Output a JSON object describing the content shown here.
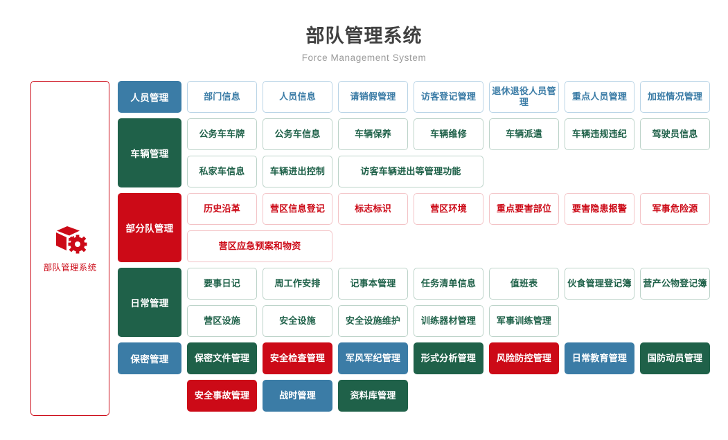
{
  "header": {
    "title": "部队管理系统",
    "subtitle": "Force Management System"
  },
  "sidebar": {
    "icon": "box-gear-icon",
    "label": "部队管理系统",
    "accent": "#cc0a17"
  },
  "colors": {
    "blue": "#3b7ca6",
    "green": "#1f6149",
    "red": "#cc0a17"
  },
  "categories": [
    {
      "name": "人员管理",
      "theme": "blue",
      "height": "h46",
      "lines": [
        [
          {
            "label": "部门信息",
            "style": "blue",
            "span": 1
          },
          {
            "label": "人员信息",
            "style": "blue",
            "span": 1
          },
          {
            "label": "请销假管理",
            "style": "blue",
            "span": 1
          },
          {
            "label": "访客登记管理",
            "style": "blue",
            "span": 1
          },
          {
            "label": "退休退役人员管理",
            "style": "blue",
            "span": 1
          },
          {
            "label": "重点人员管理",
            "style": "blue",
            "span": 1
          },
          {
            "label": "加班情况管理",
            "style": "blue",
            "span": 1
          }
        ]
      ]
    },
    {
      "name": "车辆管理",
      "theme": "green",
      "height": "h100",
      "lines": [
        [
          {
            "label": "公务车车牌",
            "style": "green",
            "span": 1
          },
          {
            "label": "公务车信息",
            "style": "green",
            "span": 1
          },
          {
            "label": "车辆保养",
            "style": "green",
            "span": 1
          },
          {
            "label": "车辆维修",
            "style": "green",
            "span": 1
          },
          {
            "label": "车辆派遣",
            "style": "green",
            "span": 1
          },
          {
            "label": "车辆违规违纪",
            "style": "green",
            "span": 1
          },
          {
            "label": "驾驶员信息",
            "style": "green",
            "span": 1
          }
        ],
        [
          {
            "label": "私家车信息",
            "style": "green",
            "span": 1
          },
          {
            "label": "车辆进出控制",
            "style": "green",
            "span": 1
          },
          {
            "label": "访客车辆进出等管理功能",
            "style": "green",
            "span": 2
          }
        ]
      ]
    },
    {
      "name": "部分队管理",
      "theme": "red",
      "height": "h100",
      "lines": [
        [
          {
            "label": "历史沿革",
            "style": "red",
            "span": 1
          },
          {
            "label": "营区信息登记",
            "style": "red",
            "span": 1
          },
          {
            "label": "标志标识",
            "style": "red",
            "span": 1
          },
          {
            "label": "营区环境",
            "style": "red",
            "span": 1
          },
          {
            "label": "重点要害部位",
            "style": "red",
            "span": 1
          },
          {
            "label": "要害隐患报警",
            "style": "red",
            "span": 1
          },
          {
            "label": "军事危险源",
            "style": "red",
            "span": 1
          }
        ],
        [
          {
            "label": "营区应急预案和物资",
            "style": "red",
            "span": 2
          }
        ]
      ]
    },
    {
      "name": "日常管理",
      "theme": "green",
      "height": "h100",
      "lines": [
        [
          {
            "label": "要事日记",
            "style": "green",
            "span": 1
          },
          {
            "label": "周工作安排",
            "style": "green",
            "span": 1
          },
          {
            "label": "记事本管理",
            "style": "green",
            "span": 1
          },
          {
            "label": "任务清单信息",
            "style": "green",
            "span": 1
          },
          {
            "label": "值班表",
            "style": "green",
            "span": 1
          },
          {
            "label": "伙食管理登记簿",
            "style": "green",
            "span": 1
          },
          {
            "label": "营产公物登记簿",
            "style": "green",
            "span": 1
          }
        ],
        [
          {
            "label": "营区设施",
            "style": "green",
            "span": 1
          },
          {
            "label": "安全设施",
            "style": "green",
            "span": 1
          },
          {
            "label": "安全设施维护",
            "style": "green",
            "span": 1
          },
          {
            "label": "训练器材管理",
            "style": "green",
            "span": 1
          },
          {
            "label": "军事训练管理",
            "style": "green",
            "span": 1
          }
        ]
      ]
    },
    {
      "name": "保密管理",
      "theme": "blue",
      "height": "h46",
      "lines": [
        [
          {
            "label": "保密文件管理",
            "style": "fill-green",
            "span": 1
          },
          {
            "label": "安全检查管理",
            "style": "fill-red",
            "span": 1
          },
          {
            "label": "军风军纪管理",
            "style": "fill-blue",
            "span": 1
          },
          {
            "label": "形式分析管理",
            "style": "fill-green",
            "span": 1
          },
          {
            "label": "风险防控管理",
            "style": "fill-red",
            "span": 1
          },
          {
            "label": "日常教育管理",
            "style": "fill-blue",
            "span": 1
          },
          {
            "label": "国防动员管理",
            "style": "fill-green",
            "span": 1
          }
        ]
      ]
    }
  ],
  "trailing_row": [
    {
      "label": "安全事故管理",
      "style": "fill-red",
      "span": 1
    },
    {
      "label": "战时管理",
      "style": "fill-blue",
      "span": 1
    },
    {
      "label": "资料库管理",
      "style": "fill-green",
      "span": 1
    }
  ]
}
